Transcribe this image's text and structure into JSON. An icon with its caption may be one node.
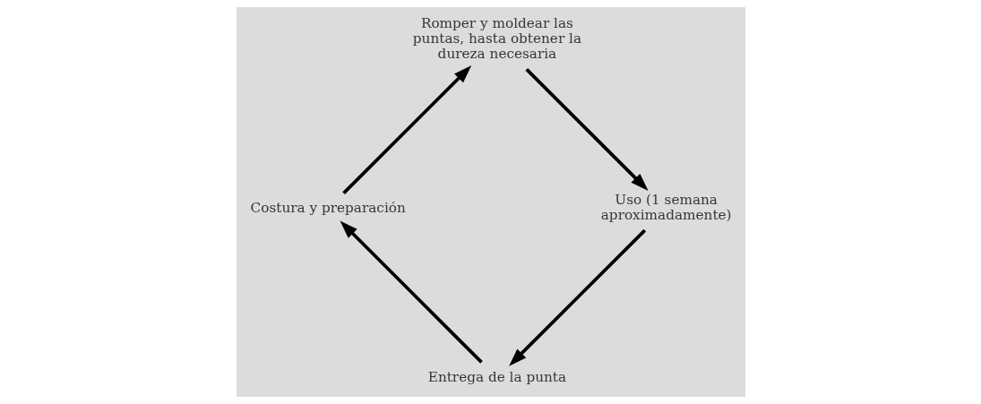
{
  "diagram": {
    "nodes": [
      {
        "text": [
          "Entrega de la punta"
        ]
      },
      {
        "text": [
          "Costura y preparación"
        ]
      },
      {
        "text": [
          "Romper y moldear las puntas, hasta obtener la dureza necesaria"
        ]
      },
      {
        "text": [
          "Uso (1 semana aproximadamente)"
        ]
      }
    ],
    "edges": [
      {
        "from": 0,
        "to": 1,
        "arrow": "to"
      },
      {
        "from": 1,
        "to": 2,
        "arrow": "to"
      },
      {
        "from": 2,
        "to": 3,
        "arrow": "to"
      },
      {
        "from": 3,
        "to": 0,
        "arrow": "to"
      }
    ]
  }
}
